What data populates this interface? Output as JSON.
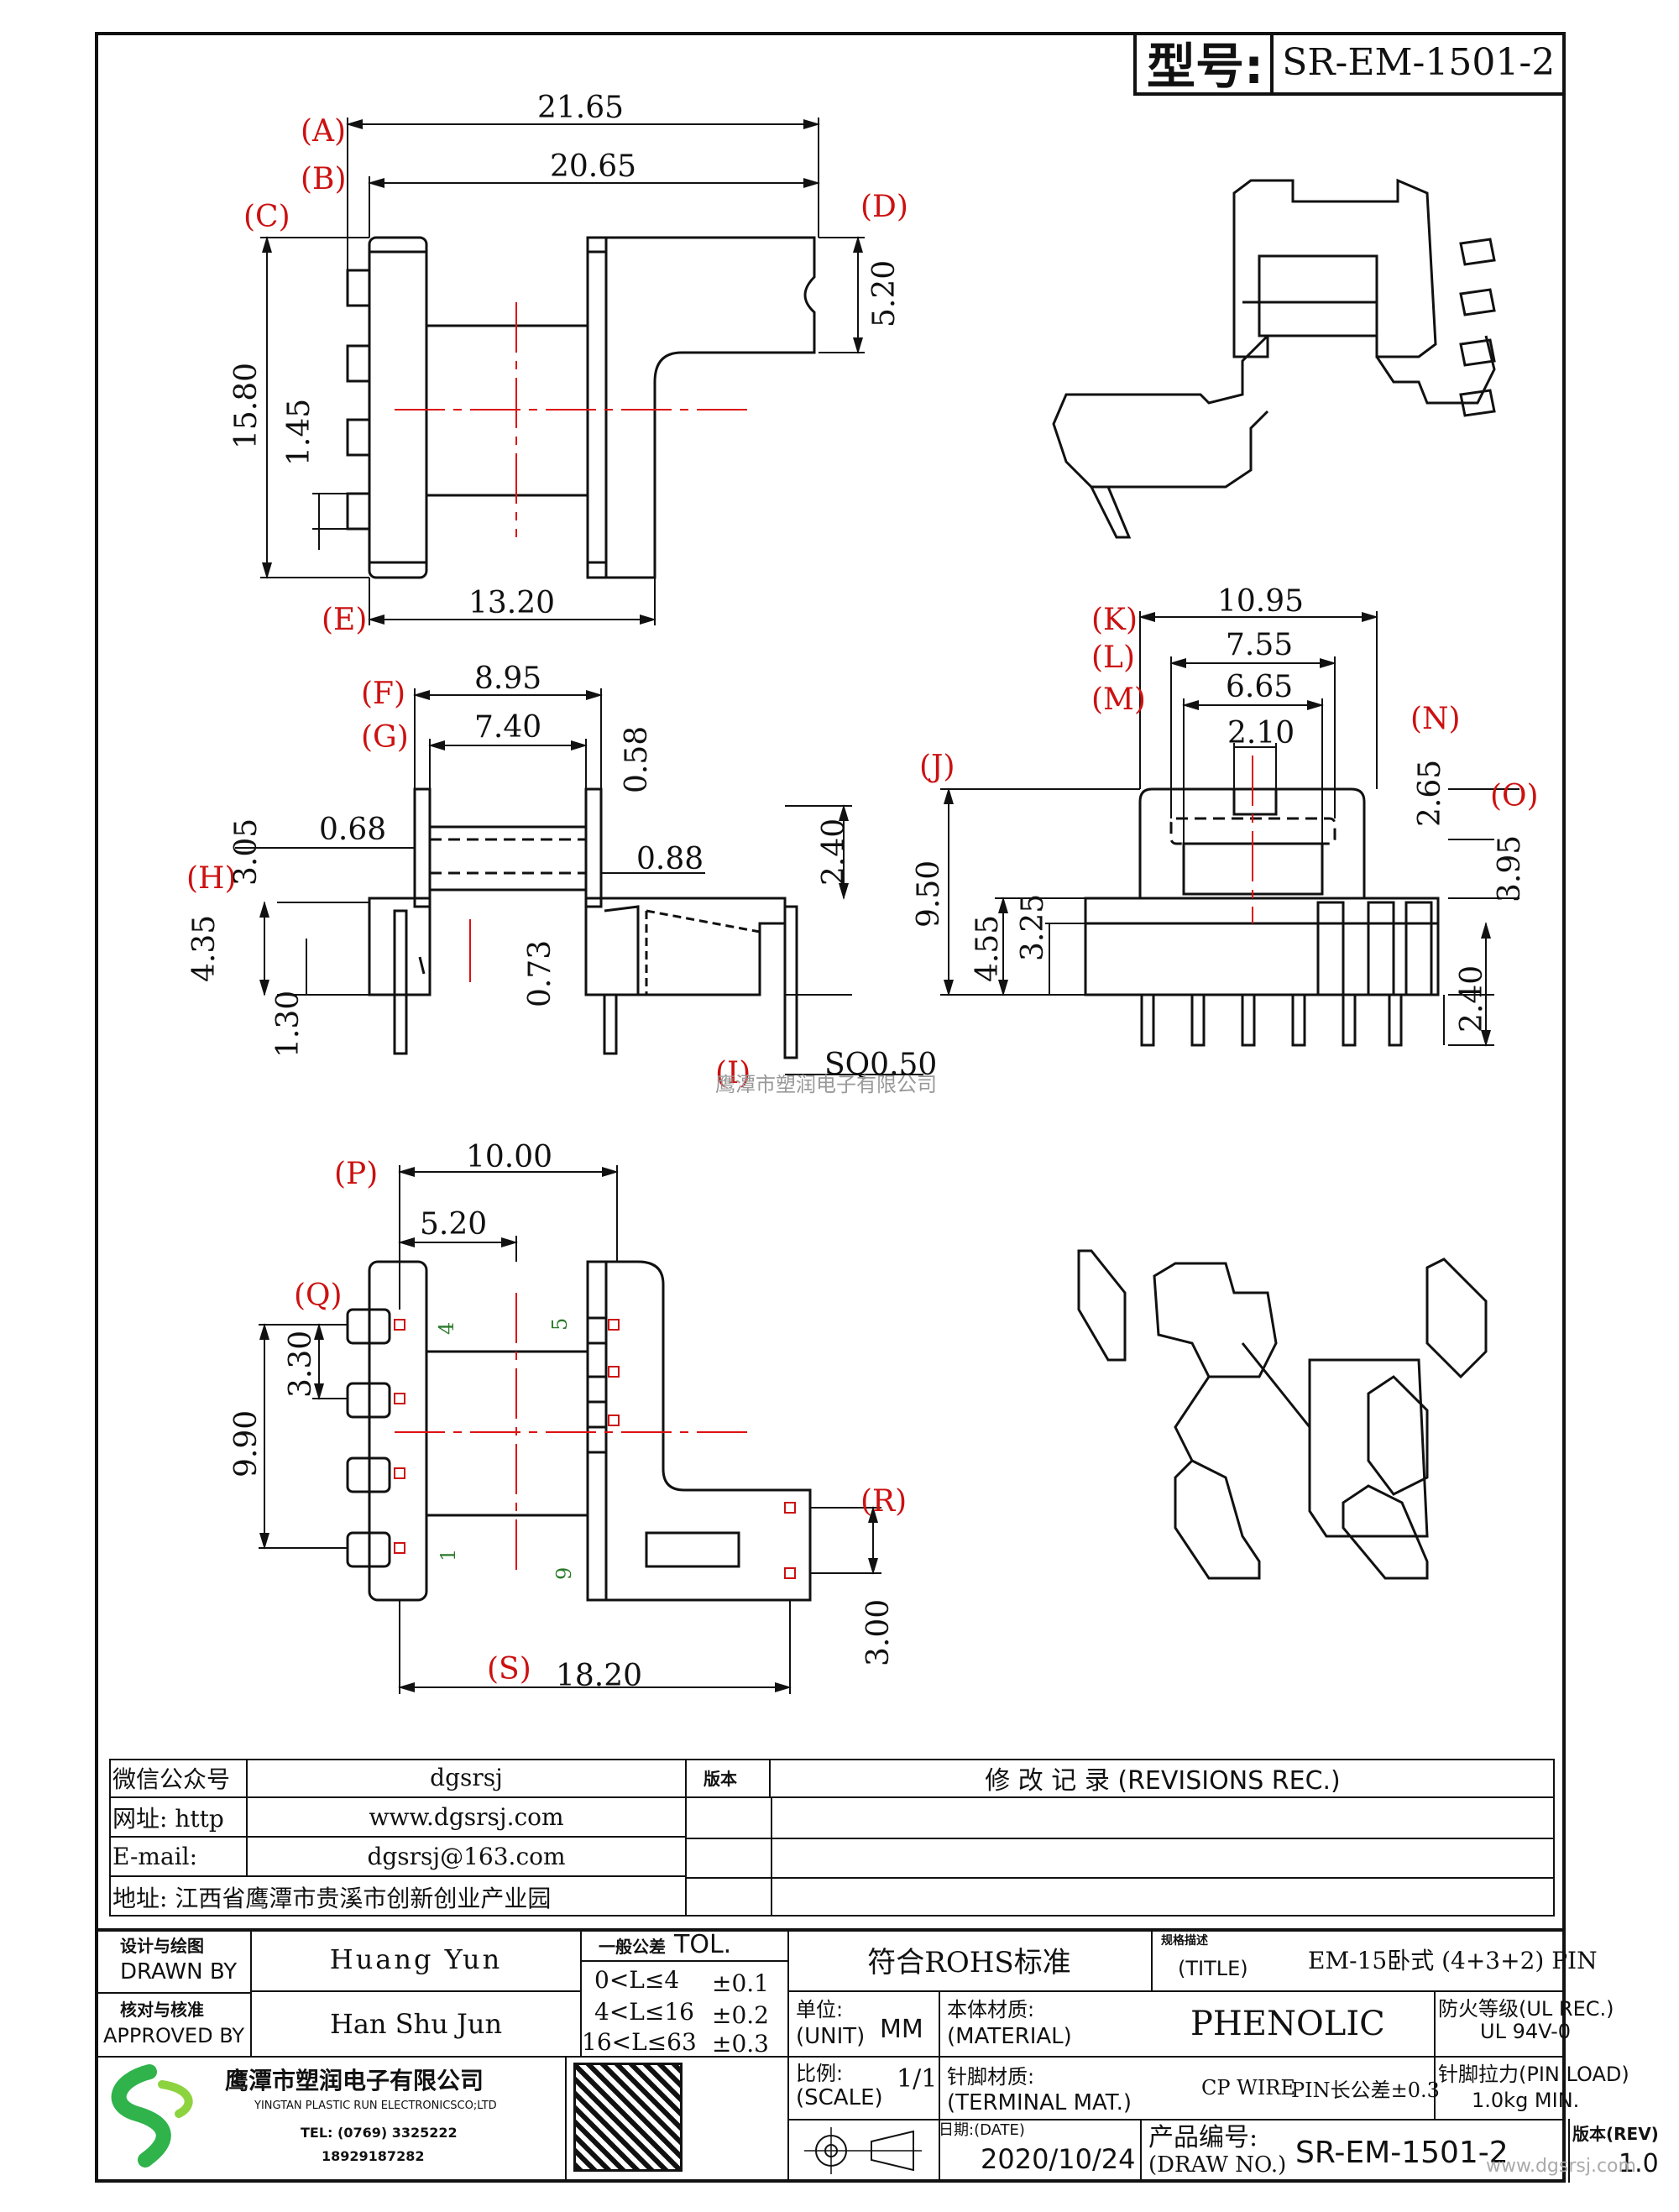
{
  "model": {
    "label": "型号:",
    "value": "SR-EM-1501-2"
  },
  "views": {
    "front": {
      "markers": [
        "(A)",
        "(B)",
        "(C)",
        "(D)",
        "(E)"
      ],
      "dims": [
        "21.65",
        "20.65",
        "5.20",
        "15.80",
        "1.45",
        "13.20"
      ]
    },
    "side": {
      "markers": [
        "(F)",
        "(G)",
        "(H)",
        "(I)"
      ],
      "dims": [
        "8.95",
        "7.40",
        "0.58",
        "3.05",
        "0.68",
        "0.88",
        "2.40",
        "4.35",
        "0.73",
        "1.30",
        "SQ0.50"
      ]
    },
    "end": {
      "markers": [
        "(K)",
        "(L)",
        "(M)",
        "(N)",
        "(J)",
        "(O)"
      ],
      "dims": [
        "10.95",
        "7.55",
        "6.65",
        "2.10",
        "2.65",
        "9.50",
        "3.95",
        "4.55",
        "3.25",
        "2.40"
      ]
    },
    "bottom": {
      "markers": [
        "(P)",
        "(Q)",
        "(R)",
        "(S)"
      ],
      "dims": [
        "10.00",
        "5.20",
        "3.30",
        "9.90",
        "3.00",
        "18.20"
      ],
      "pin_numbers": [
        "4",
        "5",
        "1",
        "9"
      ]
    }
  },
  "watermark": "鹰潭市塑润电子有限公司",
  "site_watermark": "www.dgsrsj.com",
  "contact": {
    "rows": [
      {
        "label": "微信公众号",
        "value": "dgsrsj"
      },
      {
        "label": "网址: http",
        "value": "www.dgsrsj.com"
      },
      {
        "label": "E-mail:",
        "value": "dgsrsj@163.com"
      },
      {
        "label": "地址: 江西省鹰潭市贵溪市创新创业产业园",
        "value": ""
      }
    ],
    "rev_label": "版本",
    "rev_title": "修 改 记 录 (REVISIONS REC.)"
  },
  "title_block": {
    "drawn_by_label_cn": "设计与绘图",
    "drawn_by_label": "DRAWN BY",
    "drawn_by": "Huang Yun",
    "approved_label_cn": "核对与核准",
    "approved_label": "APPROVED BY",
    "approved_by": "Han Shu Jun",
    "tol_label_cn": "一般公差",
    "tol_label": "TOL.",
    "tolerances": [
      {
        "range": "0<L≤4",
        "tol": "±0.1"
      },
      {
        "range": "4<L≤16",
        "tol": "±0.2"
      },
      {
        "range": "16<L≤63",
        "tol": "±0.3"
      }
    ],
    "rohs": "符合ROHS标准",
    "title_label_cn": "规格描述",
    "title_label": "(TITLE)",
    "title": "EM-15卧式 (4+3+2) PIN",
    "unit_label_cn": "单位:",
    "unit_label": "(UNIT)",
    "unit": "MM",
    "material_label_cn": "本体材质:",
    "material_label": "(MATERIAL)",
    "material": "PHENOLIC",
    "fire_label": "防火等级(UL REC.)",
    "fire": "UL 94V-0",
    "scale_label_cn": "比例:",
    "scale_label": "(SCALE)",
    "scale": "1/1",
    "terminal_label_cn": "针脚材质:",
    "terminal_label": "(TERMINAL MAT.)",
    "terminal": "CP WIRE",
    "pin_tol": "PIN长公差±0.3",
    "pin_load_label": "针脚拉力(PIN LOAD)",
    "pin_load": "1.0kg MIN.",
    "date_label": "日期:(DATE)",
    "date": "2020/10/24",
    "drawno_label_cn": "产品编号:",
    "drawno_label": "(DRAW NO.)",
    "drawno": "SR-EM-1501-2",
    "rev_label": "版本(REV)",
    "rev": "1.0",
    "company_cn": "鹰潭市塑润电子有限公司",
    "company_en": "YINGTAN PLASTIC RUN ELECTRONICSCO;LTD",
    "tel": "TEL: (0769) 3325222",
    "mobile": "18929187282"
  }
}
